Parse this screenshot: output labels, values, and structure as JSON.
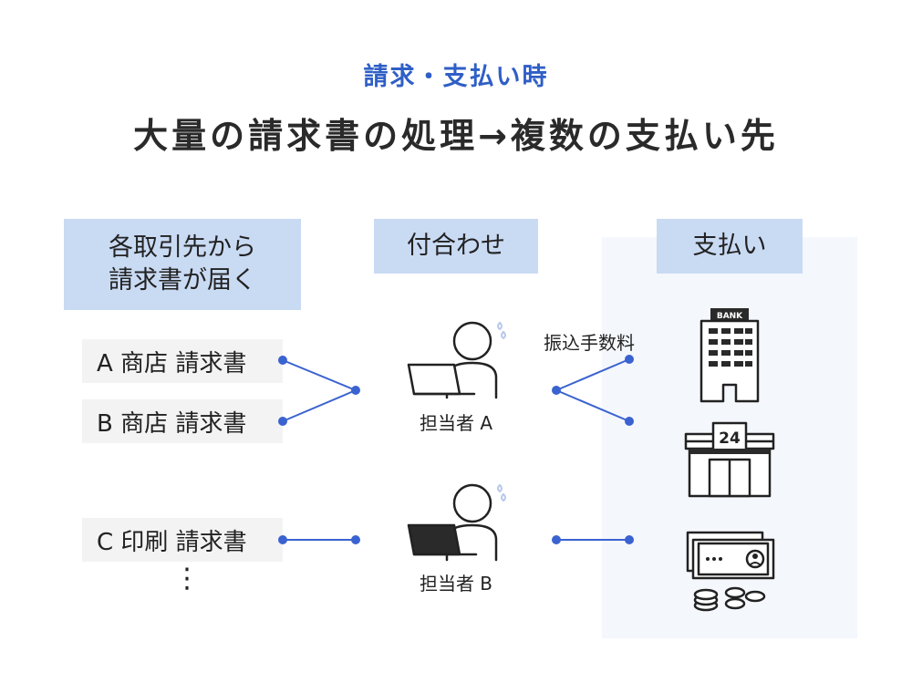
{
  "header": {
    "subtitle": "請求・支払い時",
    "title": "大量の請求書の処理→複数の支払い先"
  },
  "columns": {
    "senders": {
      "line1": "各取引先から",
      "line2": "請求書が届く"
    },
    "matching": "付合わせ",
    "payment": "支払い"
  },
  "invoices": [
    "A 商店 請求書",
    "B 商店 請求書",
    "C 印刷 請求書"
  ],
  "more_indicator": "⋮",
  "staff": [
    {
      "label": "担当者 A"
    },
    {
      "label": "担当者 B"
    }
  ],
  "fee_label": "振込手数料",
  "payment_methods": {
    "bank": {
      "sign": "BANK",
      "icon": "bank-building-icon"
    },
    "convenience_store": {
      "sign": "24",
      "icon": "convenience-store-icon"
    },
    "cash": {
      "icon": "cash-and-coins-icon"
    }
  },
  "colors": {
    "accent": "#2f5fc6",
    "header_bg": "#c9daf3",
    "connector": "#3a62d0",
    "panel_bg": "#f4f7fc"
  }
}
